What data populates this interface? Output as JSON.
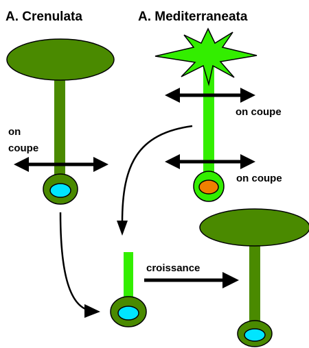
{
  "titles": {
    "left": "A. Crenulata",
    "right": "A. Mediterraneata"
  },
  "labels": {
    "cut_left_line1": "on",
    "cut_left_line2": "coupe",
    "cut_top_right": "on coupe",
    "cut_bottom_right": "on coupe",
    "growth": "croissance"
  },
  "colors": {
    "crenulata_green": "#4a8a00",
    "mediterranea_green": "#33ee00",
    "outline": "#000000",
    "nucleus_cyan": "#00e5ff",
    "nucleus_orange": "#f08000",
    "arrow": "#000000"
  }
}
